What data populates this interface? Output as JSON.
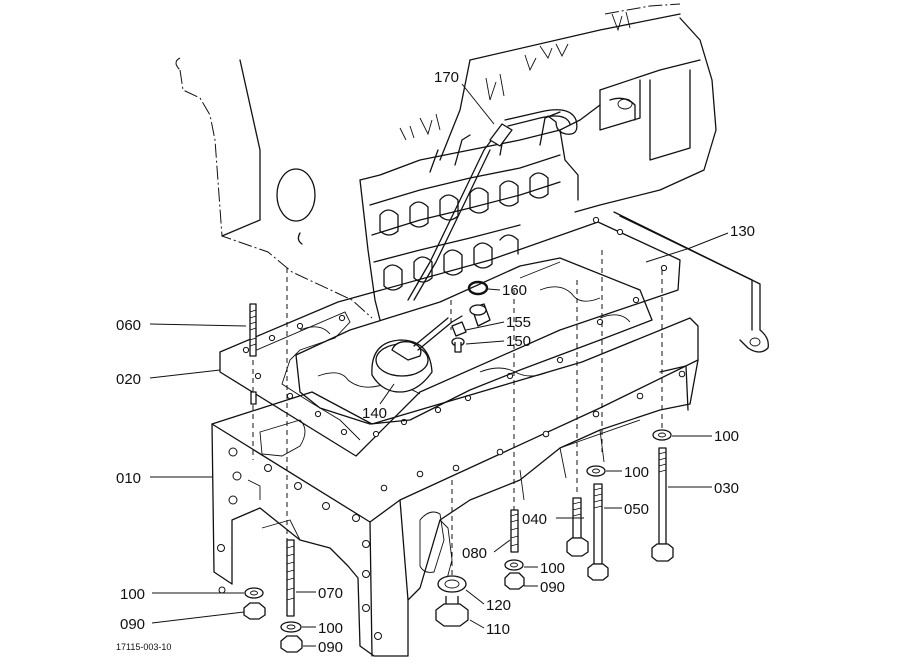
{
  "part_labels": {
    "p170": "170",
    "p130": "130",
    "p160": "160",
    "p155": "155",
    "p150": "150",
    "p140": "140",
    "p060": "060",
    "p020": "020",
    "p010": "010",
    "p100a": "100",
    "p030": "030",
    "p100b": "100",
    "p050": "050",
    "p040": "040",
    "p080": "080",
    "p100c": "100",
    "p090c": "090",
    "p120": "120",
    "p110": "110",
    "p100d": "100",
    "p090d": "090",
    "p070": "070",
    "p100e": "100",
    "p090e": "090"
  },
  "drawing_code": "17115-003-10"
}
